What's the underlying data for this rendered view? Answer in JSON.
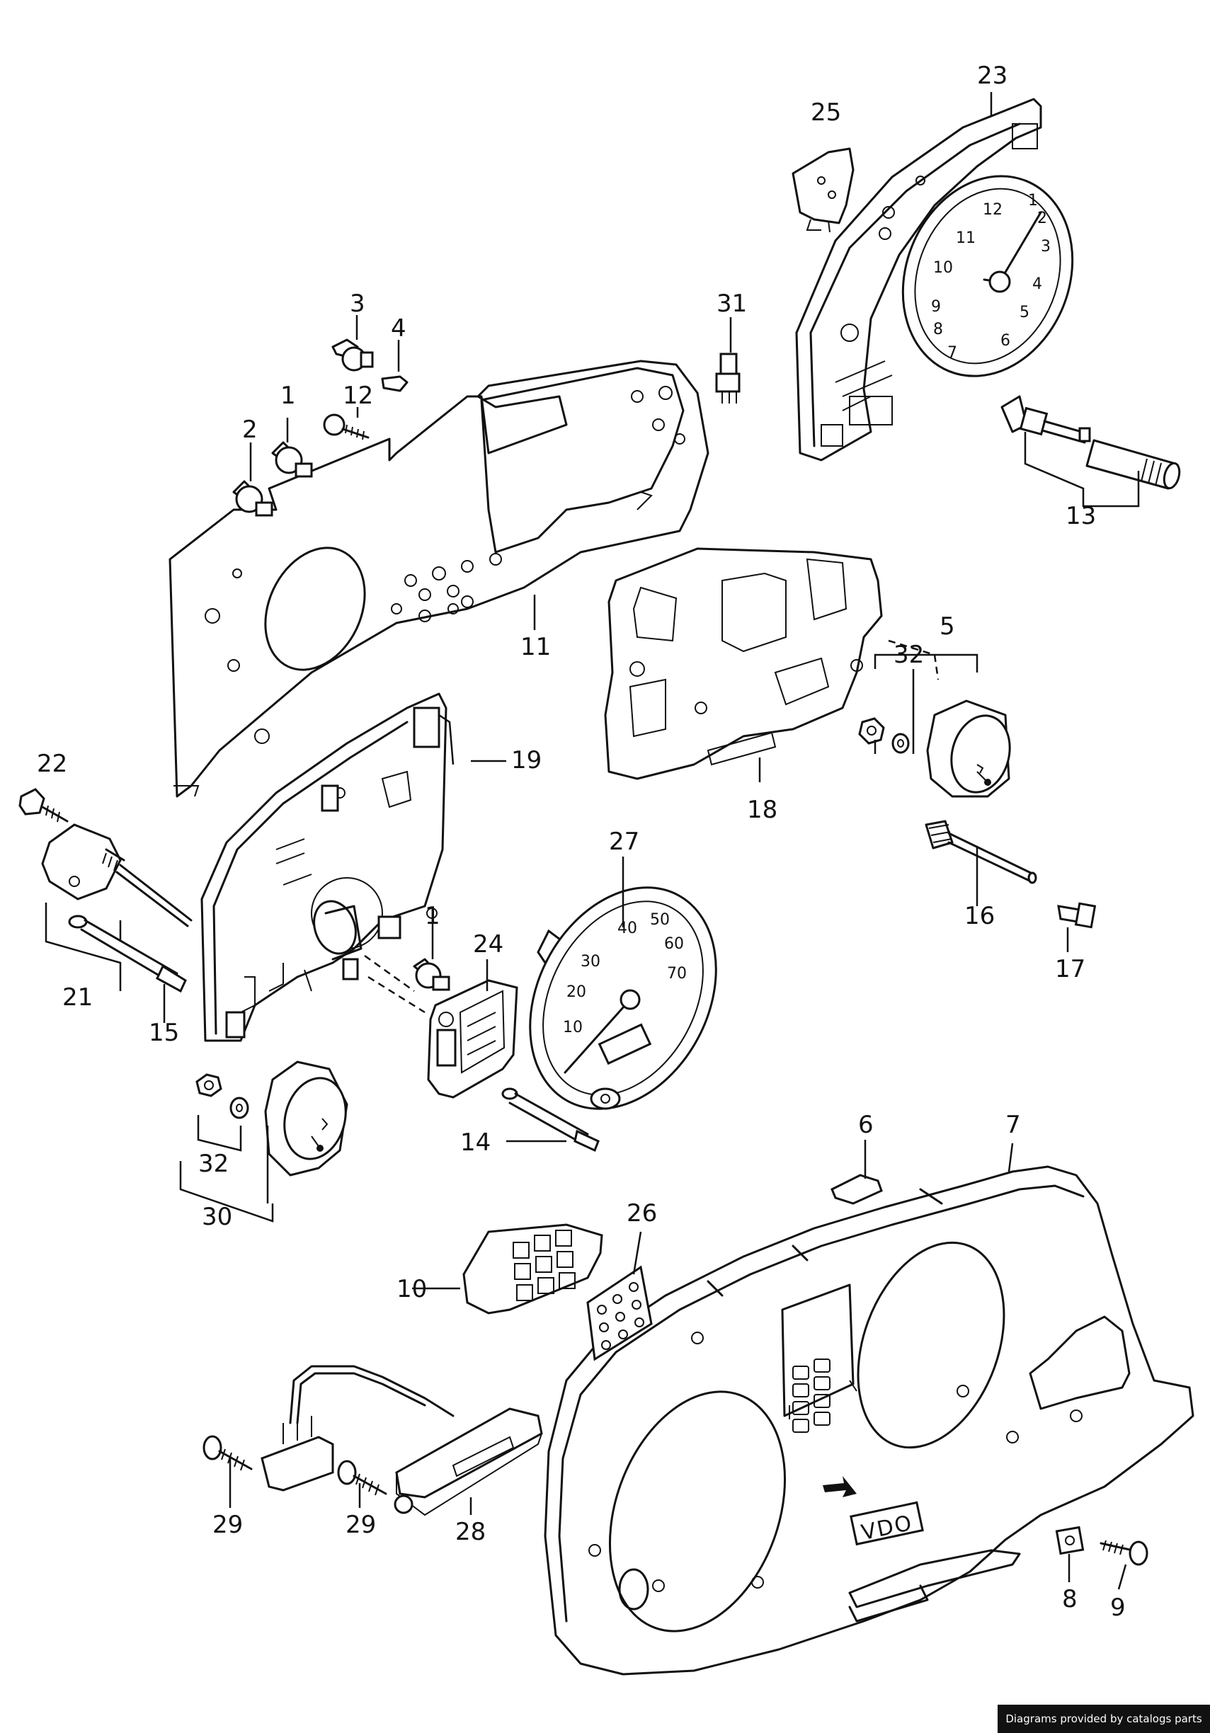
{
  "callouts": {
    "c1a": "1",
    "c1b": "1",
    "c2": "2",
    "c3": "3",
    "c4": "4",
    "c5": "5",
    "c6": "6",
    "c7": "7",
    "c8": "8",
    "c9": "9",
    "c10": "10",
    "c11": "11",
    "c12": "12",
    "c13": "13",
    "c14": "14",
    "c15": "15",
    "c16": "16",
    "c17": "17",
    "c18": "18",
    "c19": "19",
    "c21": "21",
    "c22": "22",
    "c23": "23",
    "c24": "24",
    "c25": "25",
    "c26": "26",
    "c27": "27",
    "c28": "28",
    "c29a": "29",
    "c29b": "29",
    "c30": "30",
    "c31": "31",
    "c32a": "32",
    "c32b": "32"
  },
  "speedometer": {
    "ticks": [
      "10",
      "20",
      "30",
      "40",
      "50",
      "60",
      "70"
    ]
  },
  "tachometer": {
    "ticks": [
      "1",
      "2",
      "3",
      "4",
      "5",
      "6",
      "7",
      "8",
      "9",
      "10",
      "11",
      "12"
    ]
  },
  "housing": {
    "logo": "VDO"
  },
  "footer": {
    "credit": "Diagrams provided by catalogs parts"
  }
}
